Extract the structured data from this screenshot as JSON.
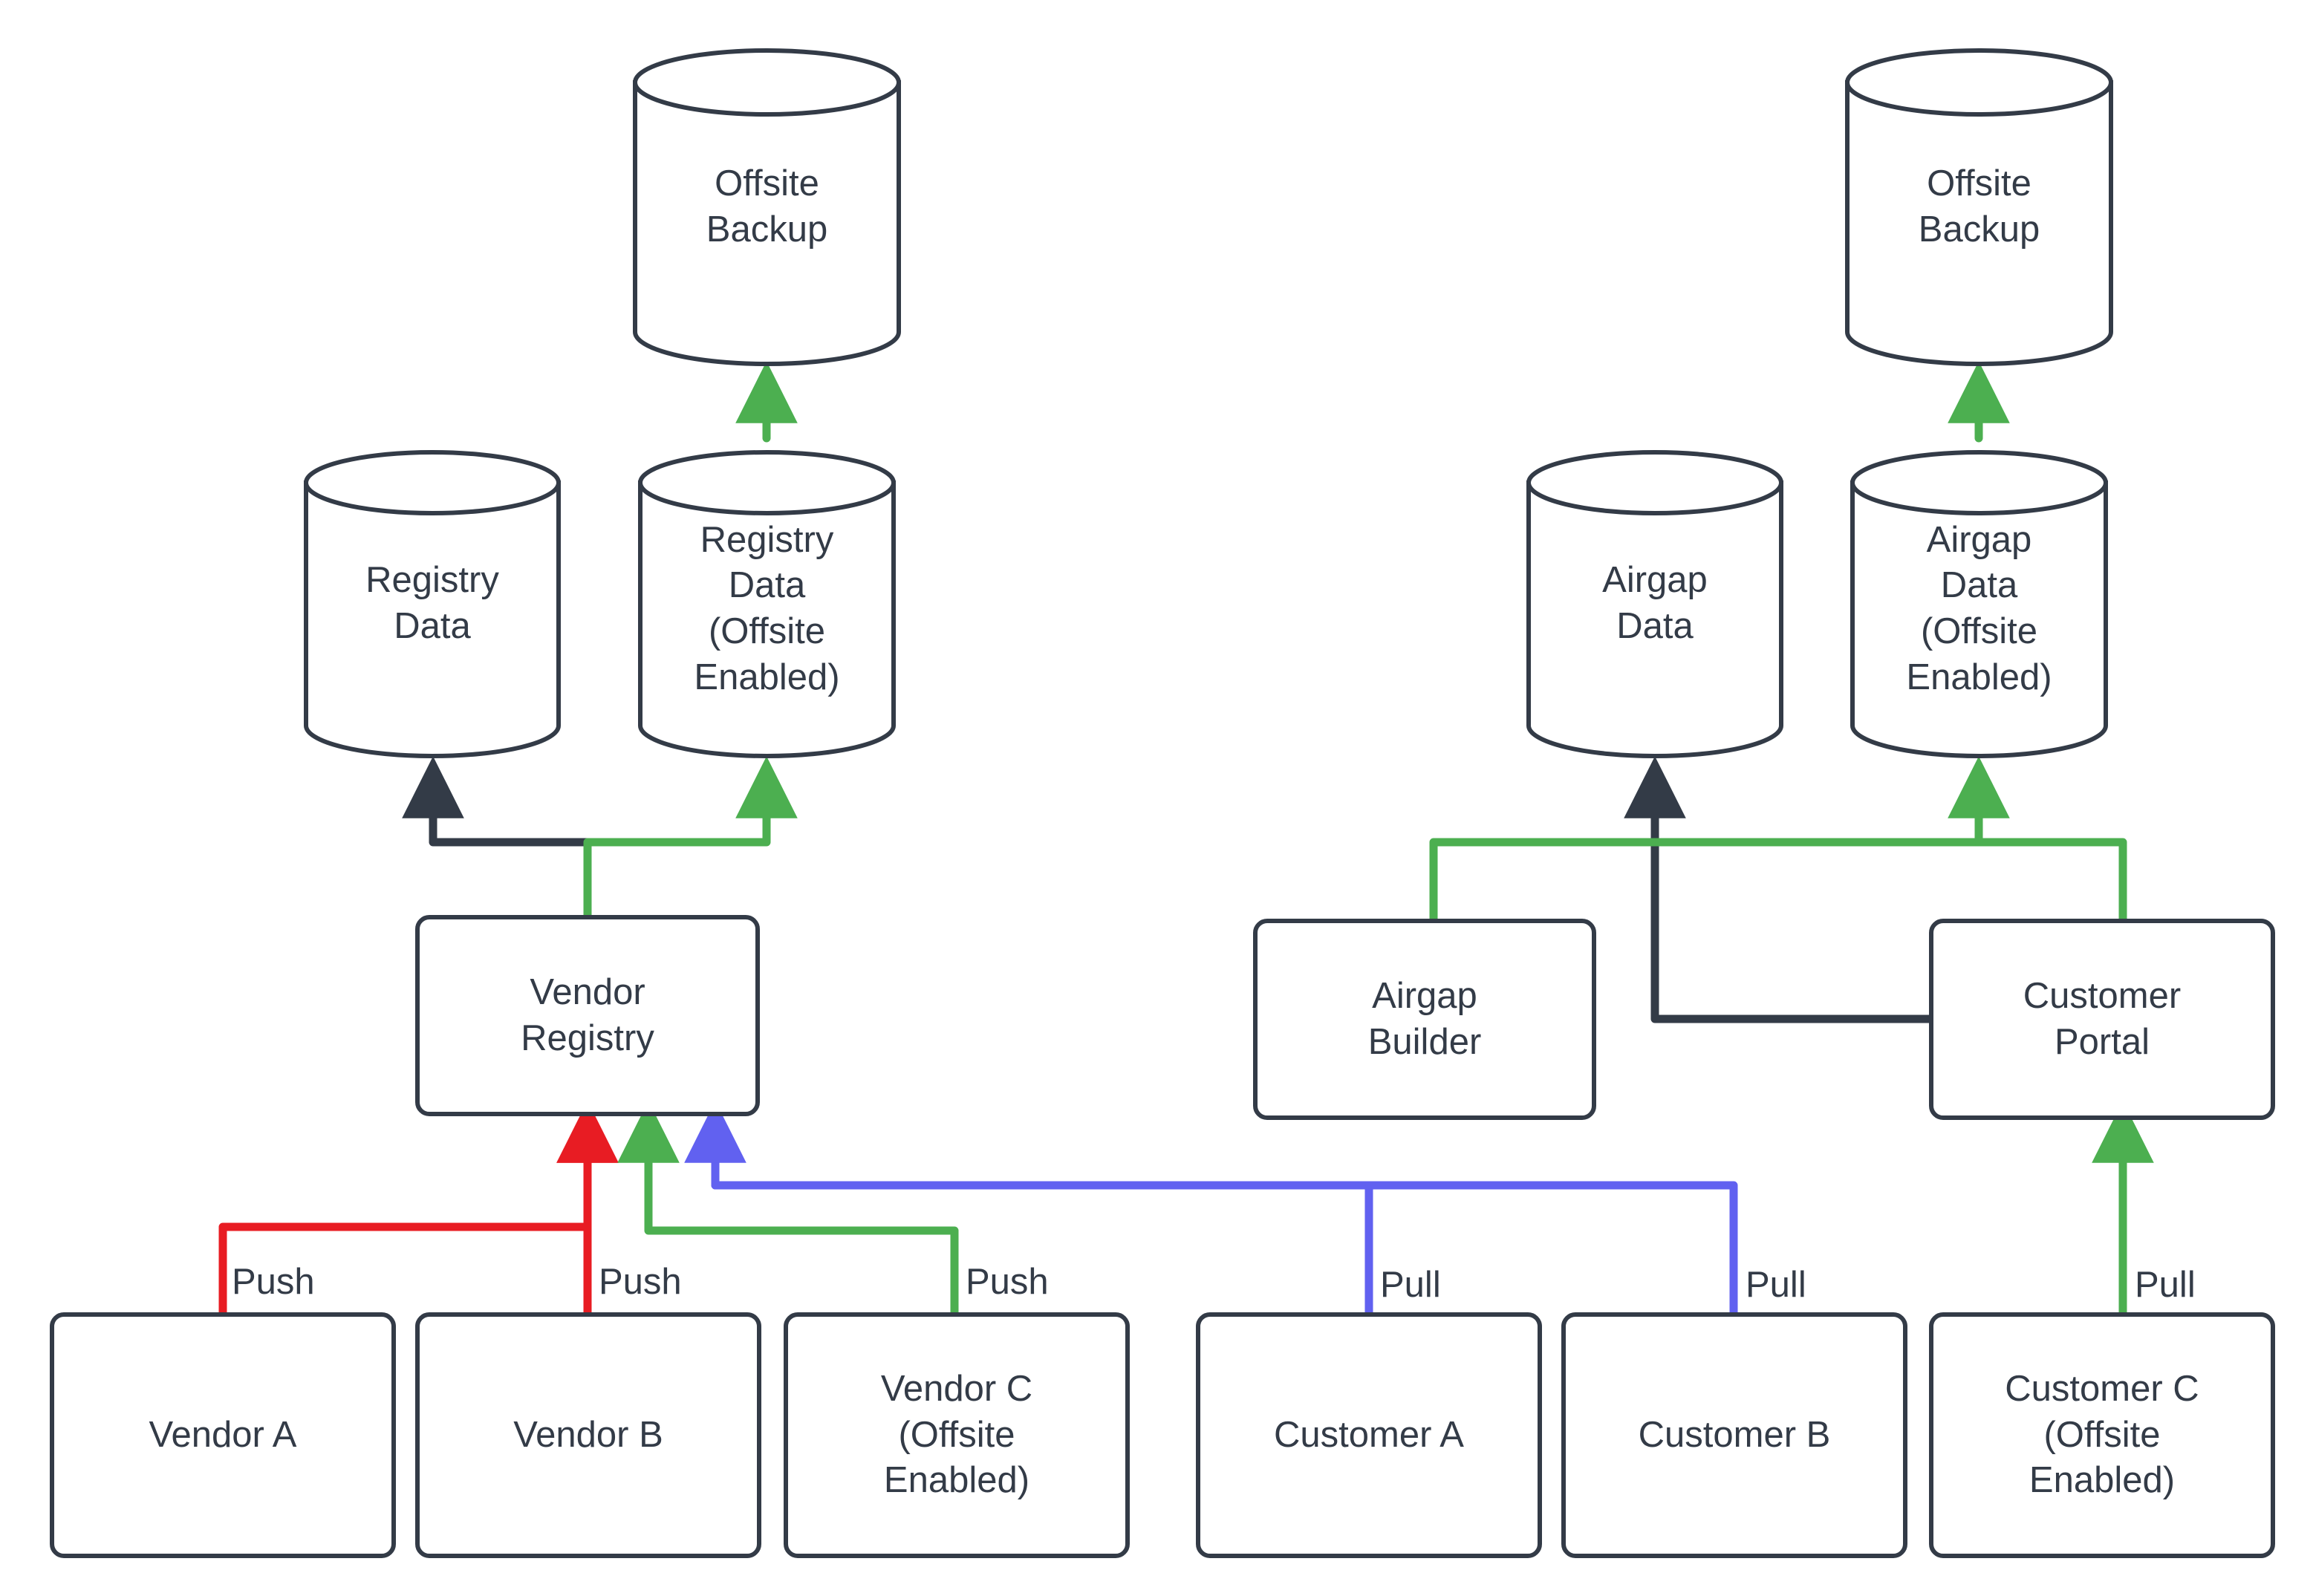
{
  "diagram": {
    "type": "flowchart",
    "background": "#ffffff",
    "stroke_color": "#333b47",
    "text_color": "#333b47",
    "edge_colors": {
      "neutral": "#333b47",
      "green": "#4caf50",
      "red": "#e81c23",
      "purple": "#6161f0"
    },
    "nodes": [
      {
        "id": "offsite-backup-left",
        "shape": "cylinder",
        "label": "Offsite\nBackup"
      },
      {
        "id": "registry-data",
        "shape": "cylinder",
        "label": "Registry\nData"
      },
      {
        "id": "registry-data-offsite",
        "shape": "cylinder",
        "label": "Registry\nData\n(Offsite\nEnabled)"
      },
      {
        "id": "vendor-registry",
        "shape": "rect",
        "label": "Vendor\nRegistry"
      },
      {
        "id": "vendor-a",
        "shape": "rect",
        "label": "Vendor A"
      },
      {
        "id": "vendor-b",
        "shape": "rect",
        "label": "Vendor B"
      },
      {
        "id": "vendor-c",
        "shape": "rect",
        "label": "Vendor C\n(Offsite\nEnabled)"
      },
      {
        "id": "offsite-backup-right",
        "shape": "cylinder",
        "label": "Offsite\nBackup"
      },
      {
        "id": "airgap-data",
        "shape": "cylinder",
        "label": "Airgap\nData"
      },
      {
        "id": "airgap-data-offsite",
        "shape": "cylinder",
        "label": "Airgap\nData\n(Offsite\nEnabled)"
      },
      {
        "id": "airgap-builder",
        "shape": "rect",
        "label": "Airgap\nBuilder"
      },
      {
        "id": "customer-portal",
        "shape": "rect",
        "label": "Customer\nPortal"
      },
      {
        "id": "customer-a",
        "shape": "rect",
        "label": "Customer A"
      },
      {
        "id": "customer-b",
        "shape": "rect",
        "label": "Customer B"
      },
      {
        "id": "customer-c",
        "shape": "rect",
        "label": "Customer C\n(Offsite\nEnabled)"
      }
    ],
    "edges": [
      {
        "id": "e1",
        "from": "registry-data-offsite",
        "to": "offsite-backup-left",
        "color": "green",
        "label": ""
      },
      {
        "id": "e2",
        "from": "vendor-registry",
        "to": "registry-data",
        "color": "neutral",
        "label": ""
      },
      {
        "id": "e3",
        "from": "vendor-registry",
        "to": "registry-data-offsite",
        "color": "green",
        "label": ""
      },
      {
        "id": "e4",
        "from": "vendor-a",
        "to": "vendor-registry",
        "color": "red",
        "label": "Push"
      },
      {
        "id": "e5",
        "from": "vendor-b",
        "to": "vendor-registry",
        "color": "red",
        "label": "Push"
      },
      {
        "id": "e6",
        "from": "vendor-c",
        "to": "vendor-registry",
        "color": "green",
        "label": "Push"
      },
      {
        "id": "e7",
        "from": "airgap-data-offsite",
        "to": "offsite-backup-right",
        "color": "green",
        "label": ""
      },
      {
        "id": "e8",
        "from": "customer-portal",
        "to": "airgap-data",
        "color": "neutral",
        "label": ""
      },
      {
        "id": "e9",
        "from": "airgap-builder",
        "to": "airgap-data-offsite",
        "color": "green",
        "label": ""
      },
      {
        "id": "e10",
        "from": "customer-portal",
        "to": "airgap-data-offsite",
        "color": "green",
        "label": ""
      },
      {
        "id": "e11",
        "from": "customer-a",
        "to": "vendor-registry",
        "color": "purple",
        "label": "Pull"
      },
      {
        "id": "e12",
        "from": "customer-b",
        "to": "vendor-registry",
        "color": "purple",
        "label": "Pull"
      },
      {
        "id": "e13",
        "from": "customer-c",
        "to": "customer-portal",
        "color": "green",
        "label": "Pull"
      }
    ],
    "edge_labels": [
      {
        "id": "l1",
        "text": "Push"
      },
      {
        "id": "l2",
        "text": "Push"
      },
      {
        "id": "l3",
        "text": "Push"
      },
      {
        "id": "l4",
        "text": "Pull"
      },
      {
        "id": "l5",
        "text": "Pull"
      },
      {
        "id": "l6",
        "text": "Pull"
      }
    ]
  }
}
